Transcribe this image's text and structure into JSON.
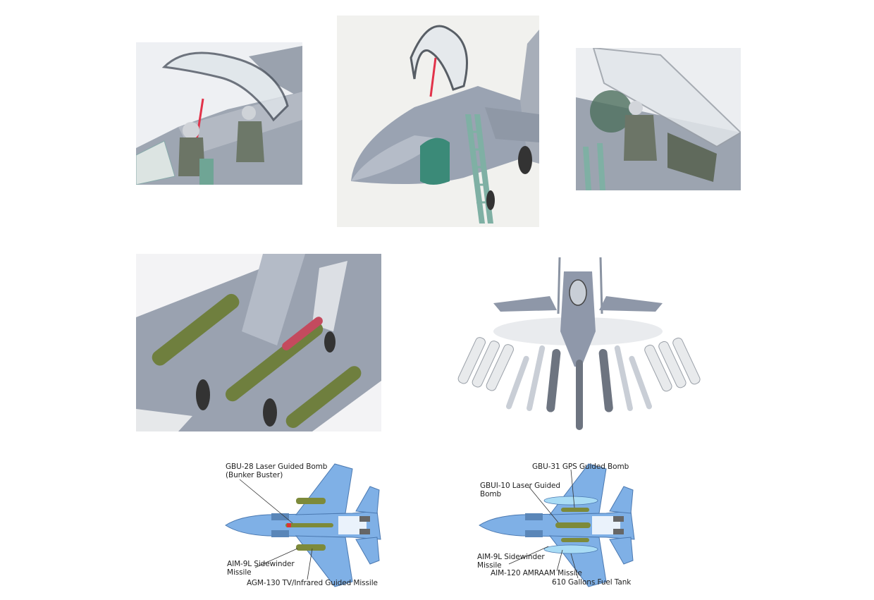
{
  "photos": [
    {
      "id": "cockpit-left",
      "caption": ""
    },
    {
      "id": "cockpit-front-ladder",
      "caption": ""
    },
    {
      "id": "cockpit-right",
      "caption": ""
    },
    {
      "id": "underside-weapons",
      "caption": ""
    },
    {
      "id": "aircraft-with-ordnance",
      "caption": ""
    }
  ],
  "diagrams": [
    {
      "name": "loadout-a",
      "labels": [
        {
          "line1": "GBU-28 Laser Guided Bomb",
          "line2": "(Bunker Buster)"
        },
        {
          "line1": "AIM-9L Sidewinder",
          "line2": "Missile"
        },
        {
          "line1": "AGM-130 TV/Infrared Guided Missile",
          "line2": ""
        }
      ]
    },
    {
      "name": "loadout-b",
      "labels": [
        {
          "line1": "GBU-31 GPS Guided Bomb",
          "line2": ""
        },
        {
          "line1": "GBUI-10 Laser Guided",
          "line2": "Bomb"
        },
        {
          "line1": "AIM-9L Sidewinder",
          "line2": "Missile"
        },
        {
          "line1": "AIM-120 AMRAAM Missile",
          "line2": ""
        },
        {
          "line1": "610 Gallons Fuel Tank",
          "line2": ""
        }
      ]
    }
  ],
  "colors": {
    "aircraft_grey": "#8f98a8",
    "diagram_blue": "#7fb0e6",
    "diagram_outline": "#4a78b0",
    "ordnance_green": "#7d8a3a",
    "fuel_tank": "#a9dcf5"
  }
}
